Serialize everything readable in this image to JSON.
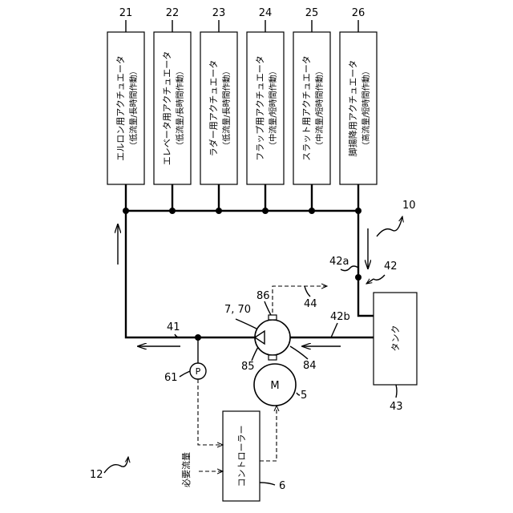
{
  "system_ref": "10",
  "controller_system_ref": "12",
  "actuators": [
    {
      "ref": "21",
      "name": "エルロン用アクチュエータ",
      "sub": "（低流量/長時間作動）"
    },
    {
      "ref": "22",
      "name": "エレベータ用アクチュエータ",
      "sub": "（低流量/長時間作動）"
    },
    {
      "ref": "23",
      "name": "ラダー用アクチュエータ",
      "sub": "（低流量/長時間作動）"
    },
    {
      "ref": "24",
      "name": "フラップ用アクチュエータ",
      "sub": "（中流量/短時間作動）"
    },
    {
      "ref": "25",
      "name": "スラット用アクチュエータ",
      "sub": "（中流量/短時間作動）"
    },
    {
      "ref": "26",
      "name": "脚揚降用アクチュエータ",
      "sub": "（高流量/短時間作動）"
    }
  ],
  "tank": {
    "label": "タンク",
    "ref": "43"
  },
  "controller": {
    "label": "コントローラー",
    "ref": "6"
  },
  "motor": {
    "label": "M",
    "ref": "5"
  },
  "pressure_sensor": {
    "label": "P",
    "ref": "61"
  },
  "required_flow_label": "必要流量",
  "refs": {
    "pump": "7, 70",
    "p86": "86",
    "p85": "85",
    "p84": "84",
    "l41": "41",
    "l42": "42",
    "l42a": "42a",
    "l42b": "42b",
    "l44": "44"
  }
}
